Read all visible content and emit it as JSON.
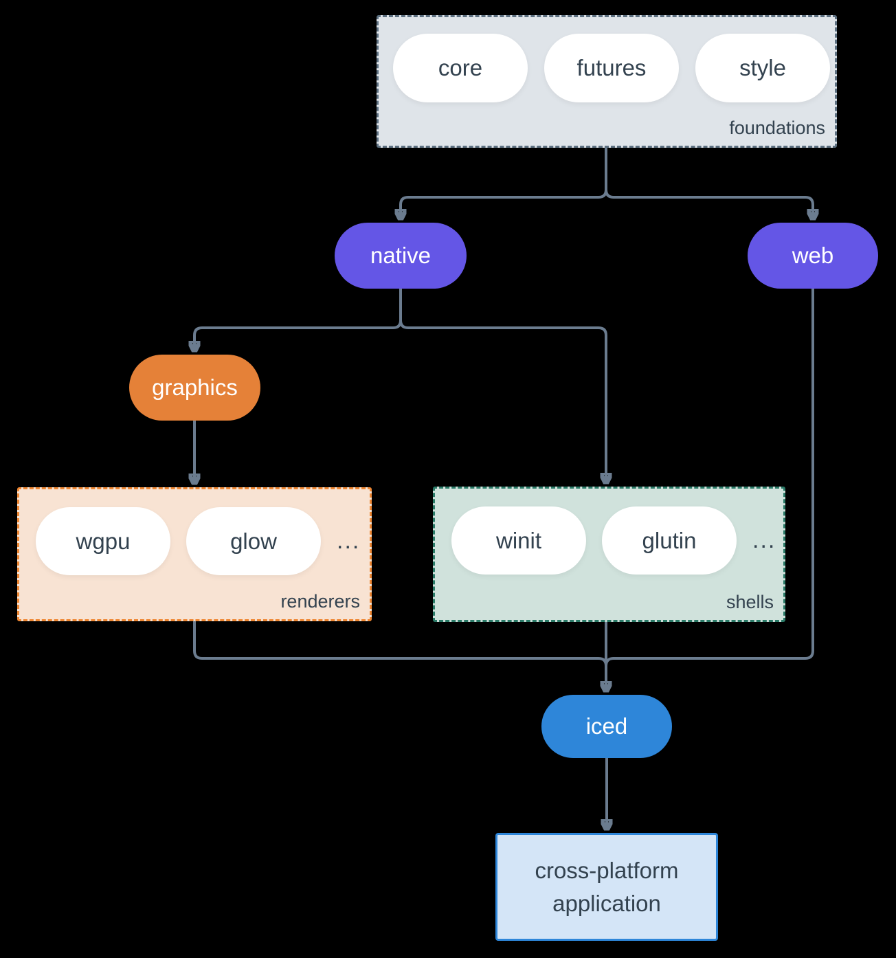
{
  "colors": {
    "bg": "#000000",
    "arrow": "#6b7c8f",
    "ink": "#33424f",
    "white": "#ffffff",
    "purple": "#6456e6",
    "orange": "#e58138",
    "blue": "#2e86d9",
    "foundations-fill": "#dfe4e9",
    "foundations-border": "#5c6f80",
    "renderers-fill": "#f8e3d3",
    "renderers-border": "#ee8733",
    "shells-fill": "#d0e2dc",
    "shells-border": "#2a7a67",
    "app-fill": "#d4e5f7",
    "app-border": "#2e86d9"
  },
  "groups": {
    "foundations": {
      "label": "foundations",
      "items": [
        "core",
        "futures",
        "style"
      ]
    },
    "renderers": {
      "label": "renderers",
      "items": [
        "wgpu",
        "glow"
      ],
      "more": "..."
    },
    "shells": {
      "label": "shells",
      "items": [
        "winit",
        "glutin"
      ],
      "more": "..."
    }
  },
  "nodes": {
    "native": "native",
    "web": "web",
    "graphics": "graphics",
    "iced": "iced",
    "app_line1": "cross-platform",
    "app_line2": "application"
  }
}
